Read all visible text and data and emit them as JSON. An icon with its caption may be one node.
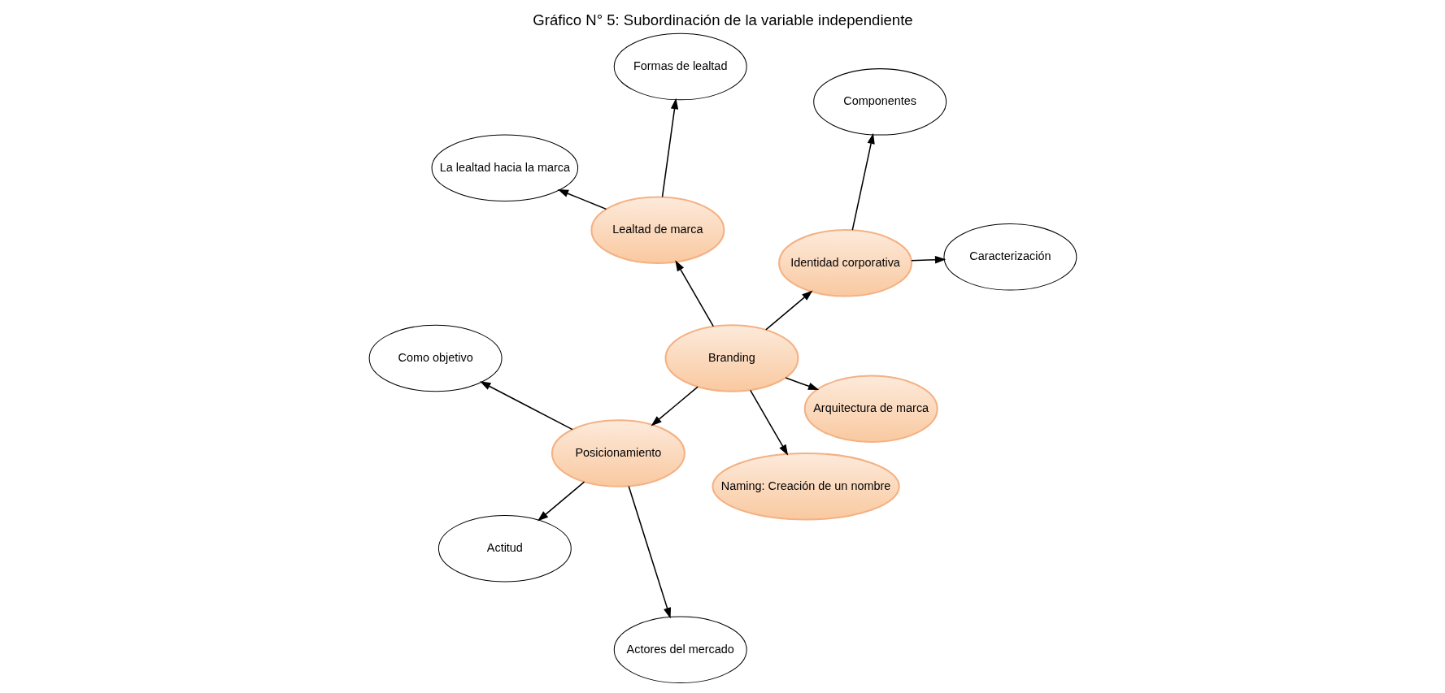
{
  "diagram": {
    "title": "Gráfico N° 5: Subordinación de la variable independiente",
    "nodes": [
      {
        "text": [
          "Branding"
        ]
      },
      {
        "text": [
          "Identidad corporativa"
        ]
      },
      {
        "text": [
          "Caracterización"
        ]
      },
      {
        "text": [
          "Componentes"
        ]
      },
      {
        "text": [
          "Lealtad de marca"
        ]
      },
      {
        "text": [
          "Formas de lealtad"
        ]
      },
      {
        "text": [
          "La lealtad hacia la marca"
        ]
      },
      {
        "text": [
          "Posicionamiento"
        ]
      },
      {
        "text": [
          "Como objetivo"
        ]
      },
      {
        "text": [
          "Actitud"
        ]
      },
      {
        "text": [
          "Actores del mercado"
        ]
      },
      {
        "text": [
          "Naming: Creación de un nombre"
        ]
      },
      {
        "text": [
          "Arquitectura de marca"
        ]
      }
    ],
    "edges": [
      {
        "from": 0,
        "to": 1,
        "arrow": "to"
      },
      {
        "from": 1,
        "to": 2,
        "arrow": "to"
      },
      {
        "from": 1,
        "to": 3,
        "arrow": "to"
      },
      {
        "from": 0,
        "to": 4,
        "arrow": "to"
      },
      {
        "from": 4,
        "to": 5,
        "arrow": "to"
      },
      {
        "from": 4,
        "to": 6,
        "arrow": "to"
      },
      {
        "from": 0,
        "to": 7,
        "arrow": "to"
      },
      {
        "from": 7,
        "to": 8,
        "arrow": "to"
      },
      {
        "from": 7,
        "to": 9,
        "arrow": "to"
      },
      {
        "from": 7,
        "to": 10,
        "arrow": "to"
      },
      {
        "from": 0,
        "to": 11,
        "arrow": "to"
      },
      {
        "from": 0,
        "to": 12,
        "arrow": "to"
      }
    ]
  }
}
